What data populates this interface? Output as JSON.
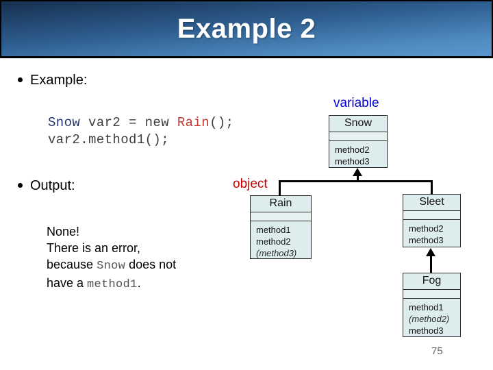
{
  "slide": {
    "title": "Example 2",
    "page_number": "75"
  },
  "bullets": {
    "example_label": "Example:",
    "output_label": "Output:"
  },
  "code": {
    "type_name": "Snow",
    "middle": " var2 = new ",
    "class_name": "Rain",
    "line1_end": "();",
    "line2": "var2.method1();"
  },
  "labels": {
    "variable": "variable",
    "object": "object"
  },
  "diagram": {
    "snow": {
      "title": "Snow",
      "methods": [
        "method2",
        "method3"
      ]
    },
    "rain": {
      "title": "Rain",
      "methods": [
        "method1",
        "method2",
        "(method3)"
      ]
    },
    "sleet": {
      "title": "Sleet",
      "methods": [
        "method2",
        "method3"
      ]
    },
    "fog": {
      "title": "Fog",
      "methods": [
        "method1",
        "(method2)",
        "method3"
      ]
    }
  },
  "output": {
    "line1": "None!",
    "line2": "There is an error,",
    "line3_pre": "because ",
    "line3_mono": "Snow",
    "line3_post": " does not",
    "line4_pre": "have a ",
    "line4_mono": "method1",
    "line4_post": "."
  },
  "colors": {
    "header_gradient_top": "#16304f",
    "header_gradient_bottom": "#5a96cd",
    "box_fill": "#ddecec",
    "variable_label": "#0000cc",
    "object_label": "#cc0000",
    "code_type": "#26356b",
    "code_class": "#c03a32",
    "code_default": "#3d3d3d",
    "inline_mono": "#555555"
  }
}
